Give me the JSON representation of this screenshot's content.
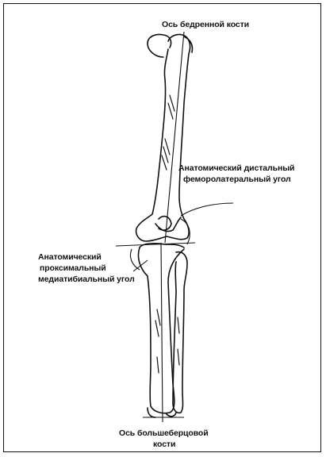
{
  "labels": {
    "femur_axis": "Ось бедренной кости",
    "distal_angle_line1": "Анатомический дистальный",
    "distal_angle_line2": "феморолатеральный угол",
    "proximal_angle_line1": "Анатомический",
    "proximal_angle_line2": "проксимальный",
    "proximal_angle_line3": "медиатибиальный угол",
    "tibia_axis_line1": "Ось большеберцовой",
    "tibia_axis_line2": "кости"
  },
  "colors": {
    "ink": "#111111",
    "background": "#ffffff"
  }
}
